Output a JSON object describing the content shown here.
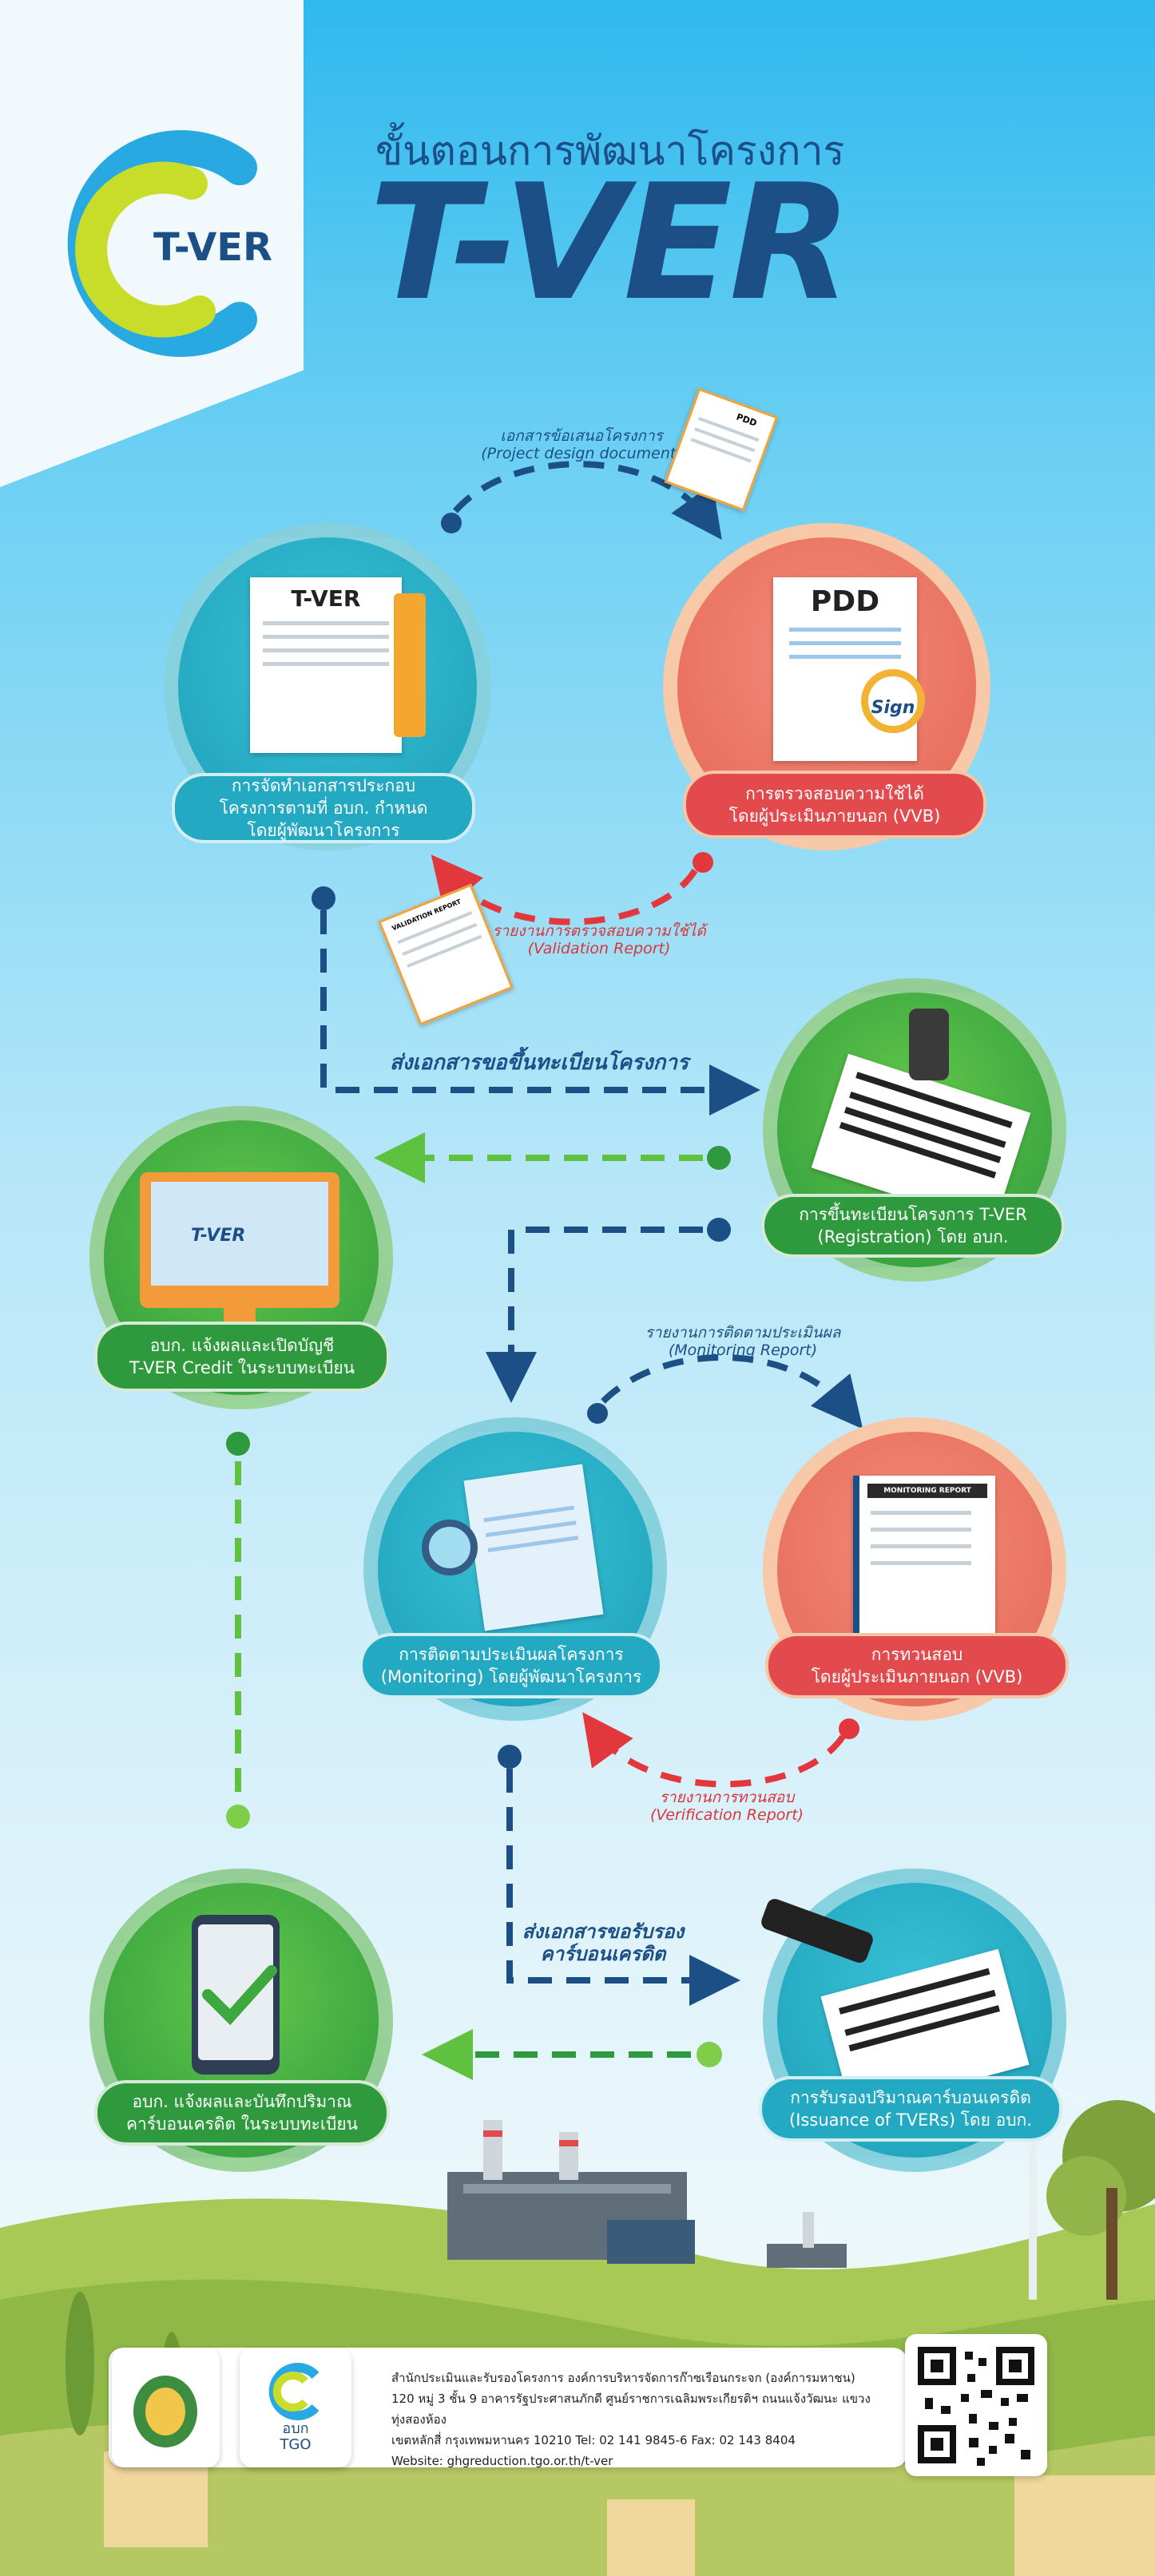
{
  "header": {
    "subtitle": "ขั้นตอนการพัฒนาโครงการ",
    "title": "T-VER",
    "logo_text": "T-VER"
  },
  "steps": {
    "prepare": "การจัดทำเอกสารประกอบ\nโครงการตามที่ อบก. กำหนด\nโดยผู้พัฒนาโครงการ",
    "validate": "การตรวจสอบความใช้ได้\nโดยผู้ประเมินภายนอก (VVB)",
    "register": "การขึ้นทะเบียนโครงการ T-VER\n(Registration) โดย อบก.",
    "account": "อบก. แจ้งผลและเปิดบัญชี\nT-VER Credit ในระบบทะเบียน",
    "monitor": "การติดตามประเมินผลโครงการ\n(Monitoring) โดยผู้พัฒนาโครงการ",
    "verify": "การทวนสอบ\nโดยผู้ประเมินภายนอก (VVB)",
    "issuance": "การรับรองปริมาณคาร์บอนเครดิต\n(Issuance of TVERs) โดย อบก.",
    "record": "อบก. แจ้งผลและบันทึกปริมาณ\nคาร์บอนเครดิต ในระบบทะเบียน"
  },
  "arrows": {
    "pdd": "เอกสารข้อเสนอโครงการ\n(Project design document)",
    "validation_report": "รายงานการตรวจสอบความใช้ได้\n(Validation Report)",
    "submit_registration": "ส่งเอกสารขอขึ้นทะเบียนโครงการ",
    "monitoring_report": "รายงานการติดตามประเมินผล\n(Monitoring Report)",
    "verification_report": "รายงานการทวนสอบ\n(Verification Report)",
    "submit_credit": "ส่งเอกสารขอรับรอง\nคาร์บอนเครดิต"
  },
  "illustrations": {
    "tver_doc": "T-VER",
    "pdd_doc": "PDD",
    "sign_text": "Sign",
    "screen_text": "T-VER",
    "monitoring_report_title": "MONITORING REPORT",
    "pdd_small": "PDD",
    "validation_small": "VALIDATION REPORT"
  },
  "footer": {
    "tgo_logo_text": "อบก\nTGO",
    "line1": "สำนักประเมินและรับรองโครงการ องค์การบริหารจัดการก๊าซเรือนกระจก (องค์การมหาชน)",
    "line2": "120 หมู่ 3 ชั้น 9 อาคารรัฐประศาสนภักดี ศูนย์ราชการเฉลิมพระเกียรติฯ ถนนแจ้งวัฒนะ แขวงทุ่งสองห้อง",
    "line3": "เขตหลักสี่ กรุงเทพมหานคร 10210 Tel: 02 141 9845-6 Fax: 02 143 8404",
    "line4": "Website: ghgreduction.tgo.or.th/t-ver"
  },
  "colors": {
    "navy": "#1b4f86",
    "teal": "#24a9c3",
    "coral": "#e24a4e",
    "green": "#2f9a3d",
    "blue_arrow": "#1b4f86",
    "red_arrow": "#e2383d",
    "green_arrow": "#5fc140"
  }
}
